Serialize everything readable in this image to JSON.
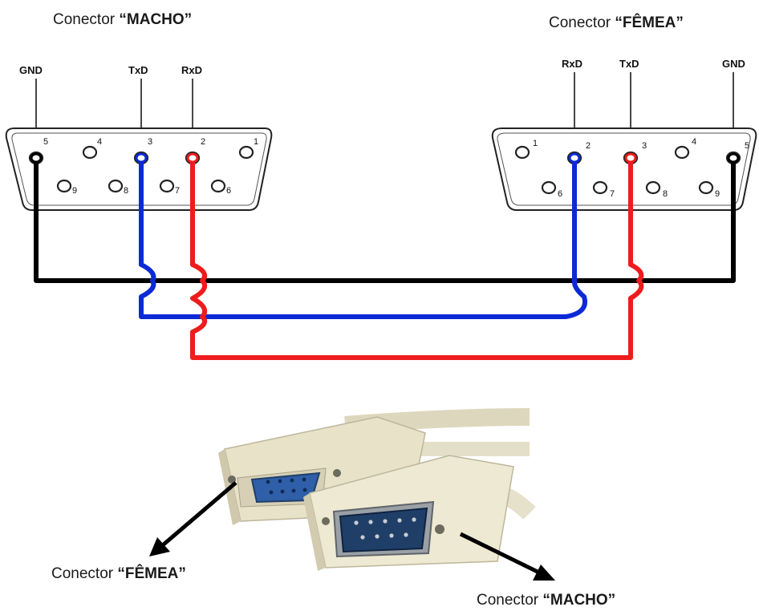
{
  "labels": {
    "prefix": "Conector",
    "male_quoted": "“MACHO”",
    "female_quoted": "“FÊMEA”"
  },
  "signals": {
    "gnd": "GND",
    "txd": "TxD",
    "rxd": "RxD"
  },
  "pins": {
    "male_top": [
      "5",
      "4",
      "3",
      "2",
      "1"
    ],
    "male_bottom": [
      "9",
      "8",
      "7",
      "6"
    ],
    "female_top": [
      "1",
      "2",
      "3",
      "4",
      "5"
    ],
    "female_bottom": [
      "6",
      "7",
      "8",
      "9"
    ]
  },
  "colors": {
    "gnd_wire": "#000000",
    "txd_male_wire": "#0b2ad6",
    "rxd_male_wire": "#ee1c1c",
    "port_blue": "#2f5fa8",
    "port_dark": "#1f3f68",
    "cable_beige": "#e6e0c6"
  }
}
